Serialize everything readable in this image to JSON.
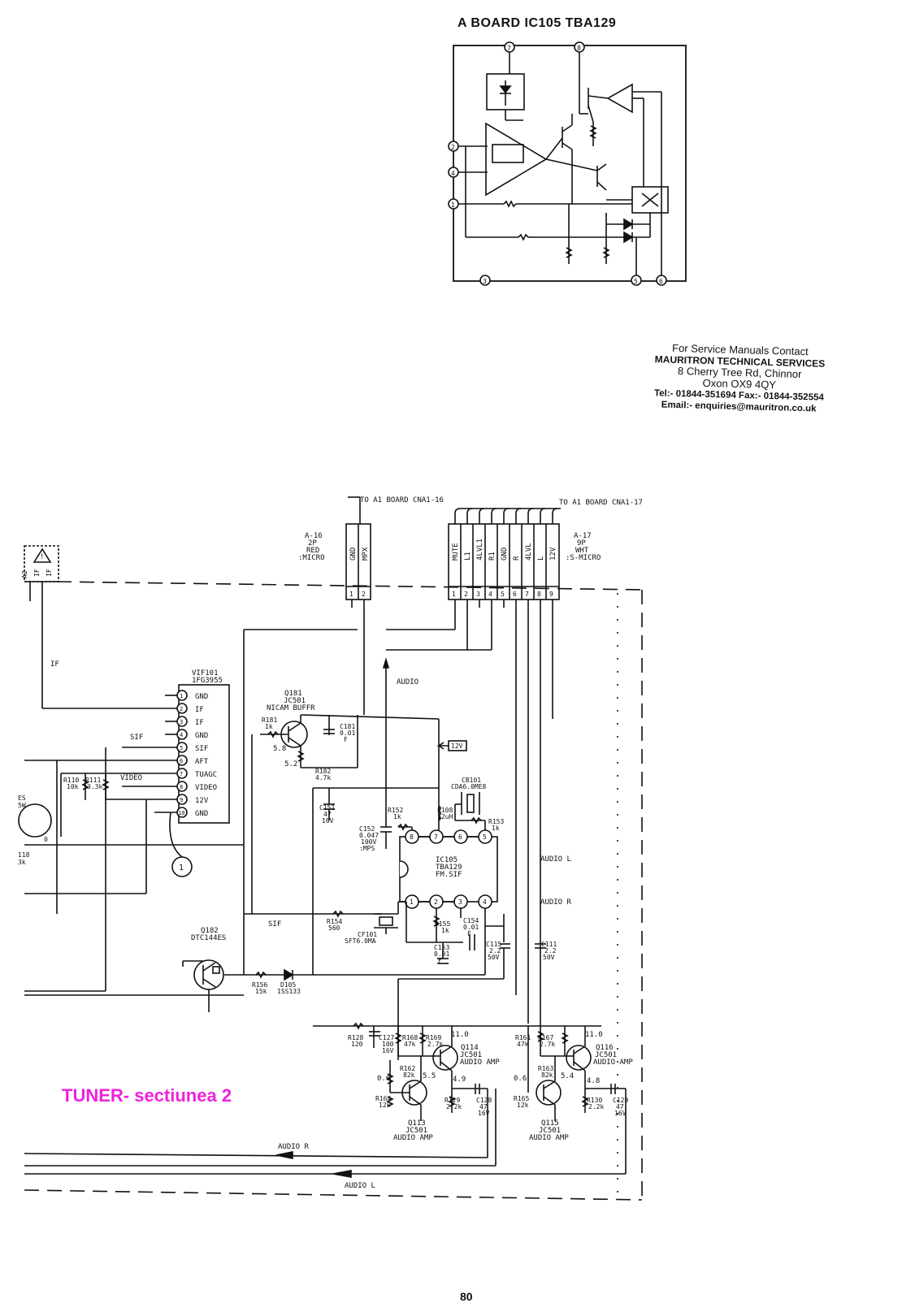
{
  "header": {
    "title": "A BOARD  IC105  TBA129"
  },
  "contact": {
    "line1": "For Service Manuals Contact",
    "line2": "MAURITRON TECHNICAL SERVICES",
    "line3": "8 Cherry Tree Rd, Chinnor",
    "line4": "Oxon OX9 4QY",
    "line5": "Tel:- 01844-351694 Fax:- 01844-352554",
    "line6": "Email:- enquiries@mauritron.co.uk"
  },
  "block_diagram": {
    "pins": [
      "7",
      "8",
      "2",
      "4",
      "1",
      "3",
      "5",
      "6"
    ]
  },
  "connectors": {
    "top_left_caption": "TO A1 BOARD CNA1-16",
    "top_right_caption": "TO A1 BOARD CNA1-17",
    "a16": {
      "ref": "A-16",
      "pins": "2P",
      "color": "RED",
      "type": ":MICRO",
      "signals": [
        "GND",
        "MPX"
      ],
      "numbers": [
        "1",
        "2"
      ]
    },
    "a17": {
      "ref": "A-17",
      "pins": "9P",
      "color": "WHT",
      "type": ":S-MICRO",
      "signals": [
        "MUTE",
        "L1",
        "4LVL1",
        "R1",
        "GND",
        "R",
        "4LVL",
        "L",
        "12V"
      ],
      "numbers": [
        "1",
        "2",
        "3",
        "4",
        "5",
        "6",
        "7",
        "8",
        "9"
      ]
    }
  },
  "vif101": {
    "ref": "VIF101",
    "part": "1FG3955",
    "pins": [
      {
        "n": "1",
        "label": "GND"
      },
      {
        "n": "2",
        "label": "IF"
      },
      {
        "n": "3",
        "label": "IF"
      },
      {
        "n": "4",
        "label": "GND"
      },
      {
        "n": "5",
        "label": "SIF"
      },
      {
        "n": "6",
        "label": "AFT"
      },
      {
        "n": "7",
        "label": "TUAGC"
      },
      {
        "n": "8",
        "label": "VIDEO"
      },
      {
        "n": "9",
        "label": "12V"
      },
      {
        "n": "10",
        "label": "GND"
      }
    ]
  },
  "ic105": {
    "ref": "IC105",
    "part": "TBA129",
    "func": "FM.SIF",
    "top_pins": [
      "8",
      "7",
      "6",
      "5"
    ],
    "bottom_pins": [
      "1",
      "2",
      "3",
      "4"
    ]
  },
  "q181": {
    "ref": "Q181",
    "part": "JC501",
    "func": "NICAM BUFFR"
  },
  "q182": {
    "ref": "Q182",
    "part": "DTC144ES"
  },
  "q113": {
    "ref": "Q113",
    "part": "JC501",
    "func": "AUDIO AMP"
  },
  "q114": {
    "ref": "Q114",
    "part": "JC501",
    "func": "AUDIO AMP"
  },
  "q115": {
    "ref": "Q115",
    "part": "JC501",
    "func": "AUDIO AMP"
  },
  "q116": {
    "ref": "Q116",
    "part": "JC501",
    "func": "AUDIO AMP"
  },
  "labels": {
    "if": "IF",
    "sif": "SIF",
    "video": "VIDEO",
    "audio": "AUDIO",
    "audio_l": "AUDIO L",
    "audio_r": "AUDIO R",
    "v12": "12V",
    "sif_bottom": "SIF",
    "circle_one": "1",
    "warn_mark": "!",
    "left_ifs": "IF",
    "left_if2": "IF",
    "left_a2": "A2",
    "left_es": "ES",
    "left_5w": "5W",
    "left_118": "118",
    "left_3k": "3k",
    "left_0": "0",
    "v58": "5.8",
    "v52": "5.2",
    "v06a": "0.6",
    "v55": "5.5",
    "v110a": "11.0",
    "v49": "4.9",
    "v06b": "0.6",
    "v54": "5.4",
    "v110b": "11.0",
    "v48": "4.8",
    "audio_r_bottom": "AUDIO R",
    "audio_l_bottom": "AUDIO L"
  },
  "components": {
    "r181": {
      "ref": "R181",
      "val": "1k"
    },
    "c181": {
      "ref": "C181",
      "val": "0.01",
      "unit": "F"
    },
    "r182": {
      "ref": "R182",
      "val": "4.7k"
    },
    "r110": {
      "ref": "R110",
      "val": "10k"
    },
    "r111": {
      "ref": "R111",
      "val": "3.3k"
    },
    "c151": {
      "ref": "C151",
      "val": "47",
      "volt": "16V"
    },
    "c152": {
      "ref": "C152",
      "val": "0.047",
      "volt": "100V",
      "type": ":MPS"
    },
    "r152": {
      "ref": "R152",
      "val": "1k"
    },
    "cb101": {
      "ref": "CB101",
      "val": "CDA6.0ME8"
    },
    "l108": {
      "ref": "L108",
      "val": "12uH"
    },
    "r153": {
      "ref": "R153",
      "val": "1k"
    },
    "r154": {
      "ref": "R154",
      "val": "560"
    },
    "cf101": {
      "ref": "CF101",
      "val": "SFT6.0MA"
    },
    "r155": {
      "ref": "R155",
      "val": "1k"
    },
    "c154": {
      "ref": "C154",
      "val": "0.01",
      "unit": "F"
    },
    "c153": {
      "ref": "C153",
      "val": "0.01",
      "unit": "F"
    },
    "c115": {
      "ref": "C115",
      "val": "2.2",
      "volt": "50V"
    },
    "c111": {
      "ref": "C111",
      "val": "2.2",
      "volt": "50V"
    },
    "r156": {
      "ref": "R156",
      "val": "15k"
    },
    "d105": {
      "ref": "D105",
      "val": "1SS133"
    },
    "r128": {
      "ref": "R128",
      "val": "120"
    },
    "c127": {
      "ref": "C127",
      "val": "100",
      "volt": "16V"
    },
    "r168": {
      "ref": "R168",
      "val": "47k"
    },
    "r169": {
      "ref": "R169",
      "val": "2.7k"
    },
    "r162": {
      "ref": "R162",
      "val": "82k"
    },
    "r164": {
      "ref": "R164",
      "val": "12k"
    },
    "r129": {
      "ref": "R129",
      "val": "2.2k"
    },
    "c128": {
      "ref": "C128",
      "val": "47",
      "volt": "16V"
    },
    "r161": {
      "ref": "R161",
      "val": "47k"
    },
    "r167": {
      "ref": "R167",
      "val": "2.7k"
    },
    "r163": {
      "ref": "R163",
      "val": "82k"
    },
    "r165": {
      "ref": "R165",
      "val": "12k"
    },
    "r130": {
      "ref": "R130",
      "val": "2.2k"
    },
    "c129": {
      "ref": "C129",
      "val": "47",
      "volt": "16V"
    }
  },
  "footer": {
    "section": "TUNER- sectiunea 2",
    "page": "80"
  }
}
